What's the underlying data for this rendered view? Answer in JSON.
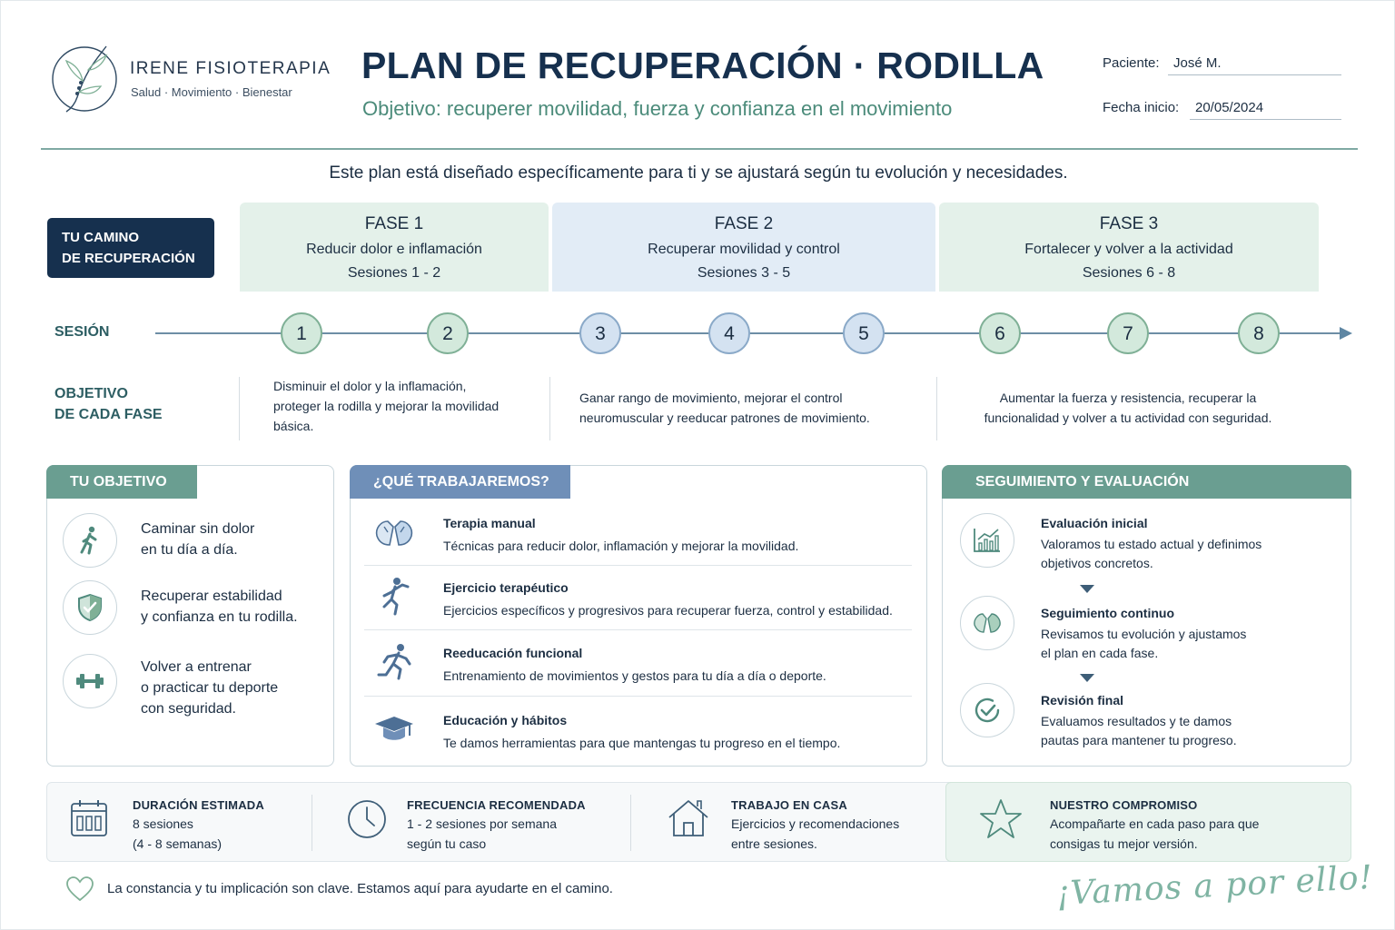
{
  "brand": {
    "name": "IRENE FISIOTERAPIA",
    "tagline": "Salud · Movimiento · Bienestar"
  },
  "header": {
    "title": "PLAN DE RECUPERACIÓN · RODILLA",
    "subtitle": "Objetivo: recuperer movilidad, fuerza y confianza en el movimiento",
    "patient_label": "Paciente:",
    "patient_value": "José M.",
    "date_label": "Fecha inicio:",
    "date_value": "20/05/2024"
  },
  "intro": "Este plan está diseñado específicamente para ti y se ajustará según tu evolución y necesidades.",
  "camino": {
    "line1": "TU CAMINO",
    "line2": "DE RECUPERACIÓN"
  },
  "phases": [
    {
      "title": "FASE 1",
      "subtitle": "Reducir dolor e inflamación",
      "sessions": "Sesiones 1 - 2",
      "objective": "Disminuir el dolor y la inflamación, proteger la rodilla y mejorar la movilidad básica."
    },
    {
      "title": "FASE 2",
      "subtitle": "Recuperar movilidad y control",
      "sessions": "Sesiones 3 - 5",
      "objective": "Ganar rango de movimiento, mejorar el control neuromuscular y reeducar patrones de movimiento."
    },
    {
      "title": "FASE 3",
      "subtitle": "Fortalecer y volver a la actividad",
      "sessions": "Sesiones 6 - 8",
      "objective": "Aumentar la fuerza y resistencia, recuperar la funcionalidad y volver a tu actividad con seguridad."
    }
  ],
  "session_label": "SESIÓN",
  "sessions": [
    "1",
    "2",
    "3",
    "4",
    "5",
    "6",
    "7",
    "8"
  ],
  "objective_label": {
    "line1": "OBJETIVO",
    "line2": "DE CADA FASE"
  },
  "goal_card": {
    "title": "TU OBJETIVO",
    "items": [
      {
        "icon": "walking-person-icon",
        "line1": "Caminar sin dolor",
        "line2": "en tu día a día."
      },
      {
        "icon": "shield-check-icon",
        "line1": "Recuperar estabilidad",
        "line2": "y confianza en tu rodilla."
      },
      {
        "icon": "dumbbell-icon",
        "line1": "Volver a entrenar",
        "line2": "o practicar tu deporte",
        "line3": "con seguridad."
      }
    ]
  },
  "work_card": {
    "title": "¿QUÉ TRABAJAREMOS?",
    "items": [
      {
        "icon": "hands-icon",
        "title": "Terapia manual",
        "desc": "Técnicas para reducir dolor, inflamación y mejorar la movilidad."
      },
      {
        "icon": "exercise-person-icon",
        "title": "Ejercicio terapéutico",
        "desc": "Ejercicios específicos y progresivos para recuperar fuerza, control y estabilidad."
      },
      {
        "icon": "running-person-icon",
        "title": "Reeducación funcional",
        "desc": "Entrenamiento de movimientos y gestos para tu día a día o deporte."
      },
      {
        "icon": "graduation-cap-icon",
        "title": "Educación y hábitos",
        "desc": "Te damos herramientas para que mantengas tu progreso en el tiempo."
      }
    ]
  },
  "tracking_card": {
    "title": "SEGUIMIENTO Y EVALUACIÓN",
    "items": [
      {
        "icon": "chart-icon",
        "title": "Evaluación inicial",
        "line1": "Valoramos tu estado actual y definimos",
        "line2": "objetivos concretos."
      },
      {
        "icon": "hands-icon",
        "title": "Seguimiento continuo",
        "line1": "Revisamos tu evolución y ajustamos",
        "line2": "el plan en cada fase."
      },
      {
        "icon": "check-circle-icon",
        "title": "Revisión final",
        "line1": "Evaluamos resultados y te damos",
        "line2": "pautas para mantener tu progreso."
      }
    ]
  },
  "footer": [
    {
      "icon": "calendar-icon",
      "title": "DURACIÓN ESTIMADA",
      "line1": "8 sesiones",
      "line2": "(4 - 8 semanas)"
    },
    {
      "icon": "clock-icon",
      "title": "FRECUENCIA RECOMENDADA",
      "line1": "1 - 2 sesiones por semana",
      "line2": "según tu caso"
    },
    {
      "icon": "house-icon",
      "title": "TRABAJO EN CASA",
      "line1": "Ejercicios y recomendaciones",
      "line2": "entre sesiones."
    },
    {
      "icon": "star-icon",
      "title": "NUESTRO COMPROMISO",
      "line1": "Acompañarte en cada paso para que",
      "line2": "consigas tu mejor versión."
    }
  ],
  "closing": "La constancia y tu implicación son clave. Estamos aquí para ayudarte en el camino.",
  "signature": "¡Vamos a por ello!",
  "colors": {
    "navy": "#16304e",
    "teal": "#6a9e91",
    "blue_tab": "#6f8fb8",
    "green_phase": "#e4f1ea",
    "blue_phase": "#e2ecf6"
  }
}
